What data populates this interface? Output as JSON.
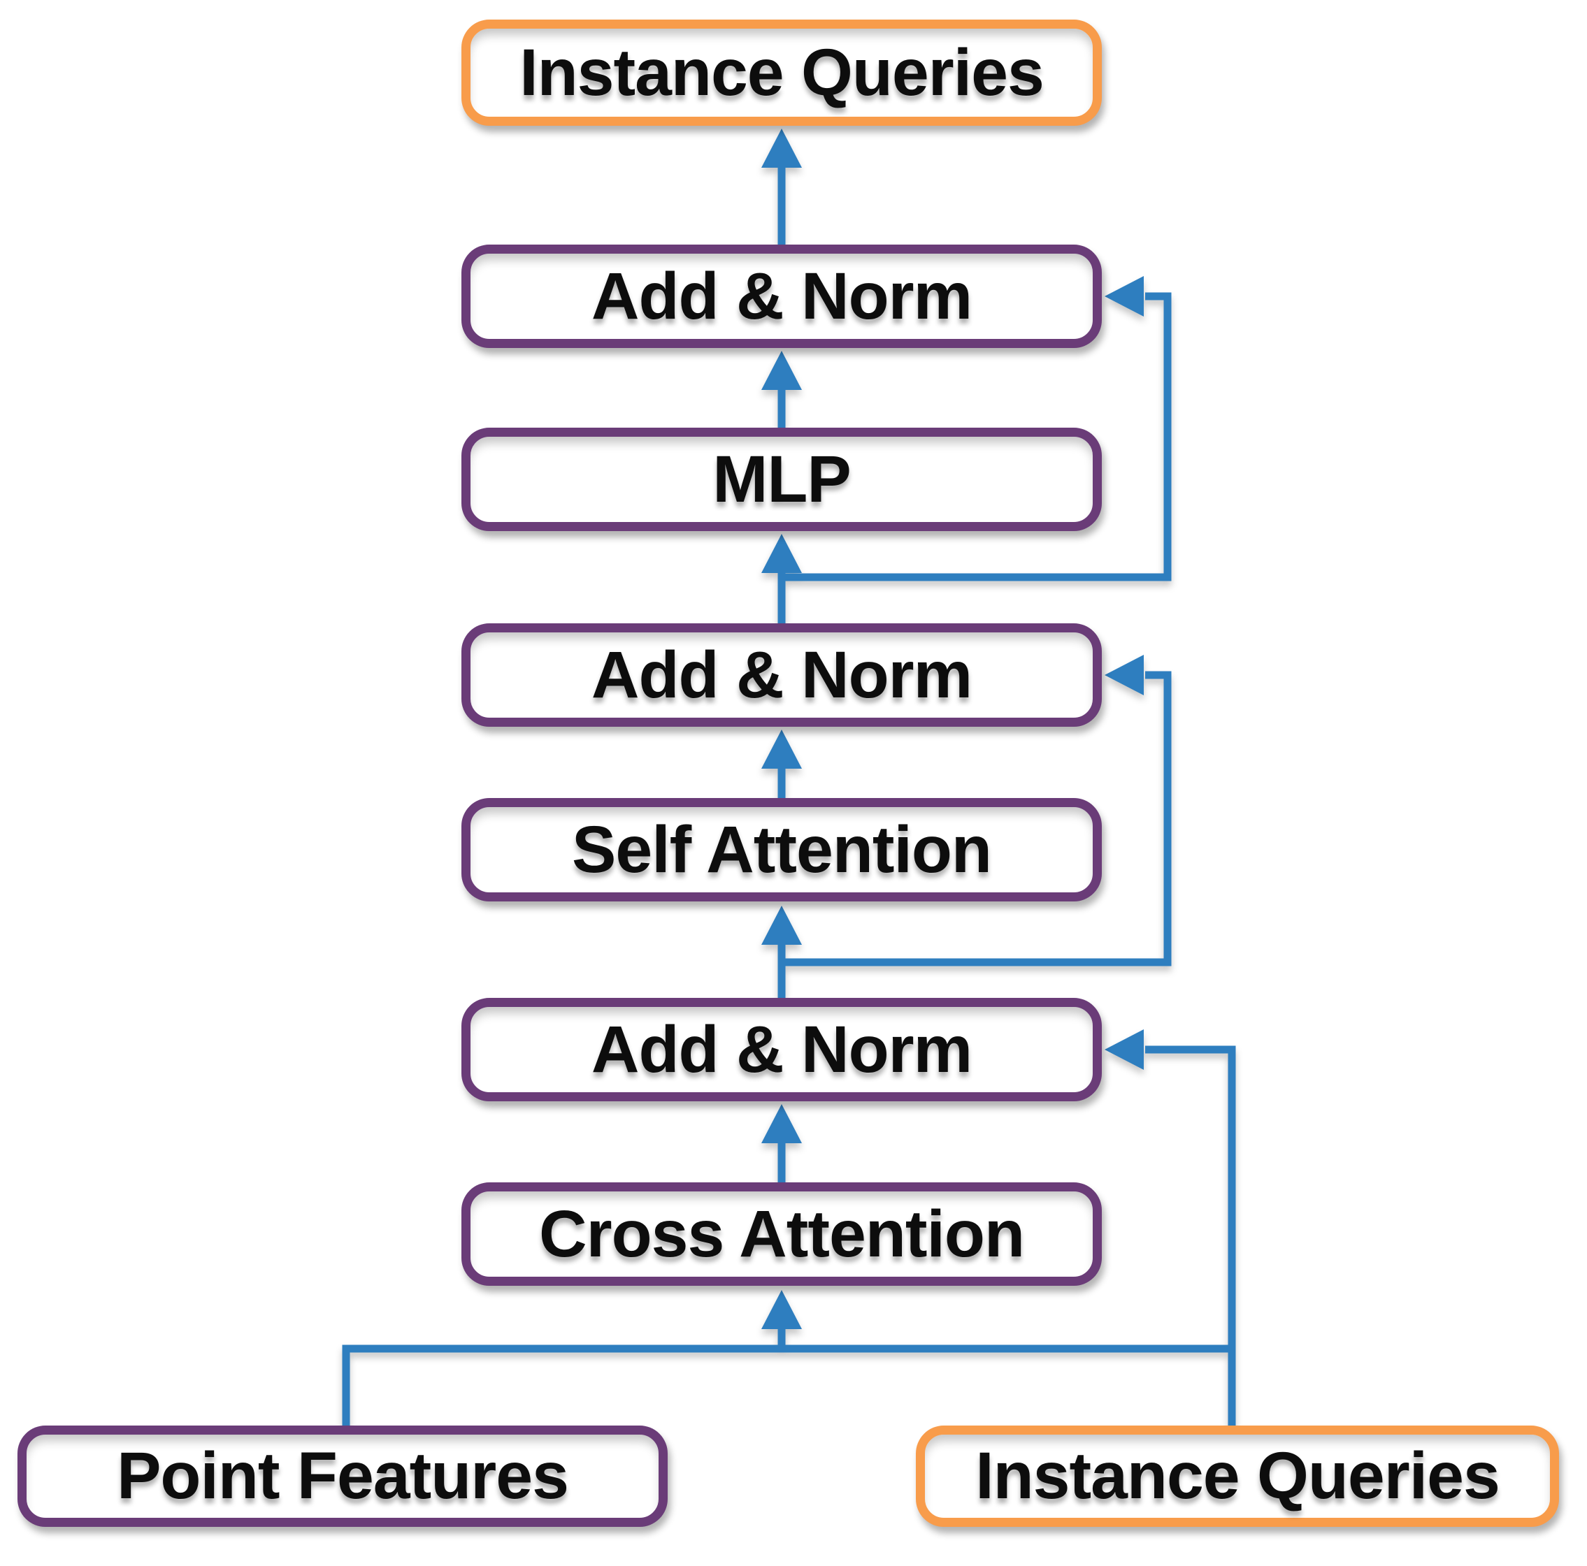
{
  "colors": {
    "background": "#FFFFFF",
    "box_border_purple": "#6A3C78",
    "box_border_orange": "#F89C4B",
    "arrow_blue": "#2E7EBF",
    "text": "#0D0D0D"
  },
  "boxes": [
    {
      "id": "instance-queries-output",
      "label": "Instance Queries",
      "border": "orange"
    },
    {
      "id": "add-norm-1",
      "label": "Add & Norm",
      "border": "purple"
    },
    {
      "id": "mlp",
      "label": "MLP",
      "border": "purple"
    },
    {
      "id": "add-norm-2",
      "label": "Add & Norm",
      "border": "purple"
    },
    {
      "id": "self-attention",
      "label": "Self Attention",
      "border": "purple"
    },
    {
      "id": "add-norm-3",
      "label": "Add & Norm",
      "border": "purple"
    },
    {
      "id": "cross-attention",
      "label": "Cross Attention",
      "border": "purple"
    },
    {
      "id": "point-features-input",
      "label": "Point Features",
      "border": "purple"
    },
    {
      "id": "instance-queries-input",
      "label": "Instance Queries",
      "border": "orange"
    }
  ],
  "edges": [
    {
      "from": "add-norm-1",
      "to": "instance-queries-output",
      "kind": "arrow"
    },
    {
      "from": "mlp",
      "to": "add-norm-1",
      "kind": "arrow"
    },
    {
      "from": "add-norm-2",
      "to": "mlp",
      "kind": "arrow"
    },
    {
      "from": "self-attention",
      "to": "add-norm-2",
      "kind": "arrow"
    },
    {
      "from": "add-norm-3",
      "to": "self-attention",
      "kind": "arrow"
    },
    {
      "from": "cross-attention",
      "to": "add-norm-3",
      "kind": "arrow"
    },
    {
      "from": "input-bus",
      "to": "cross-attention",
      "kind": "arrow"
    },
    {
      "from": "below-mlp",
      "to": "add-norm-1",
      "kind": "skip-connection"
    },
    {
      "from": "below-self-attention",
      "to": "add-norm-2",
      "kind": "skip-connection"
    },
    {
      "from": "instance-queries-input",
      "to": "add-norm-3",
      "kind": "skip-connection"
    },
    {
      "from": "point-features-input",
      "to": "input-bus",
      "kind": "line"
    },
    {
      "from": "instance-queries-input",
      "to": "input-bus",
      "kind": "line"
    }
  ]
}
